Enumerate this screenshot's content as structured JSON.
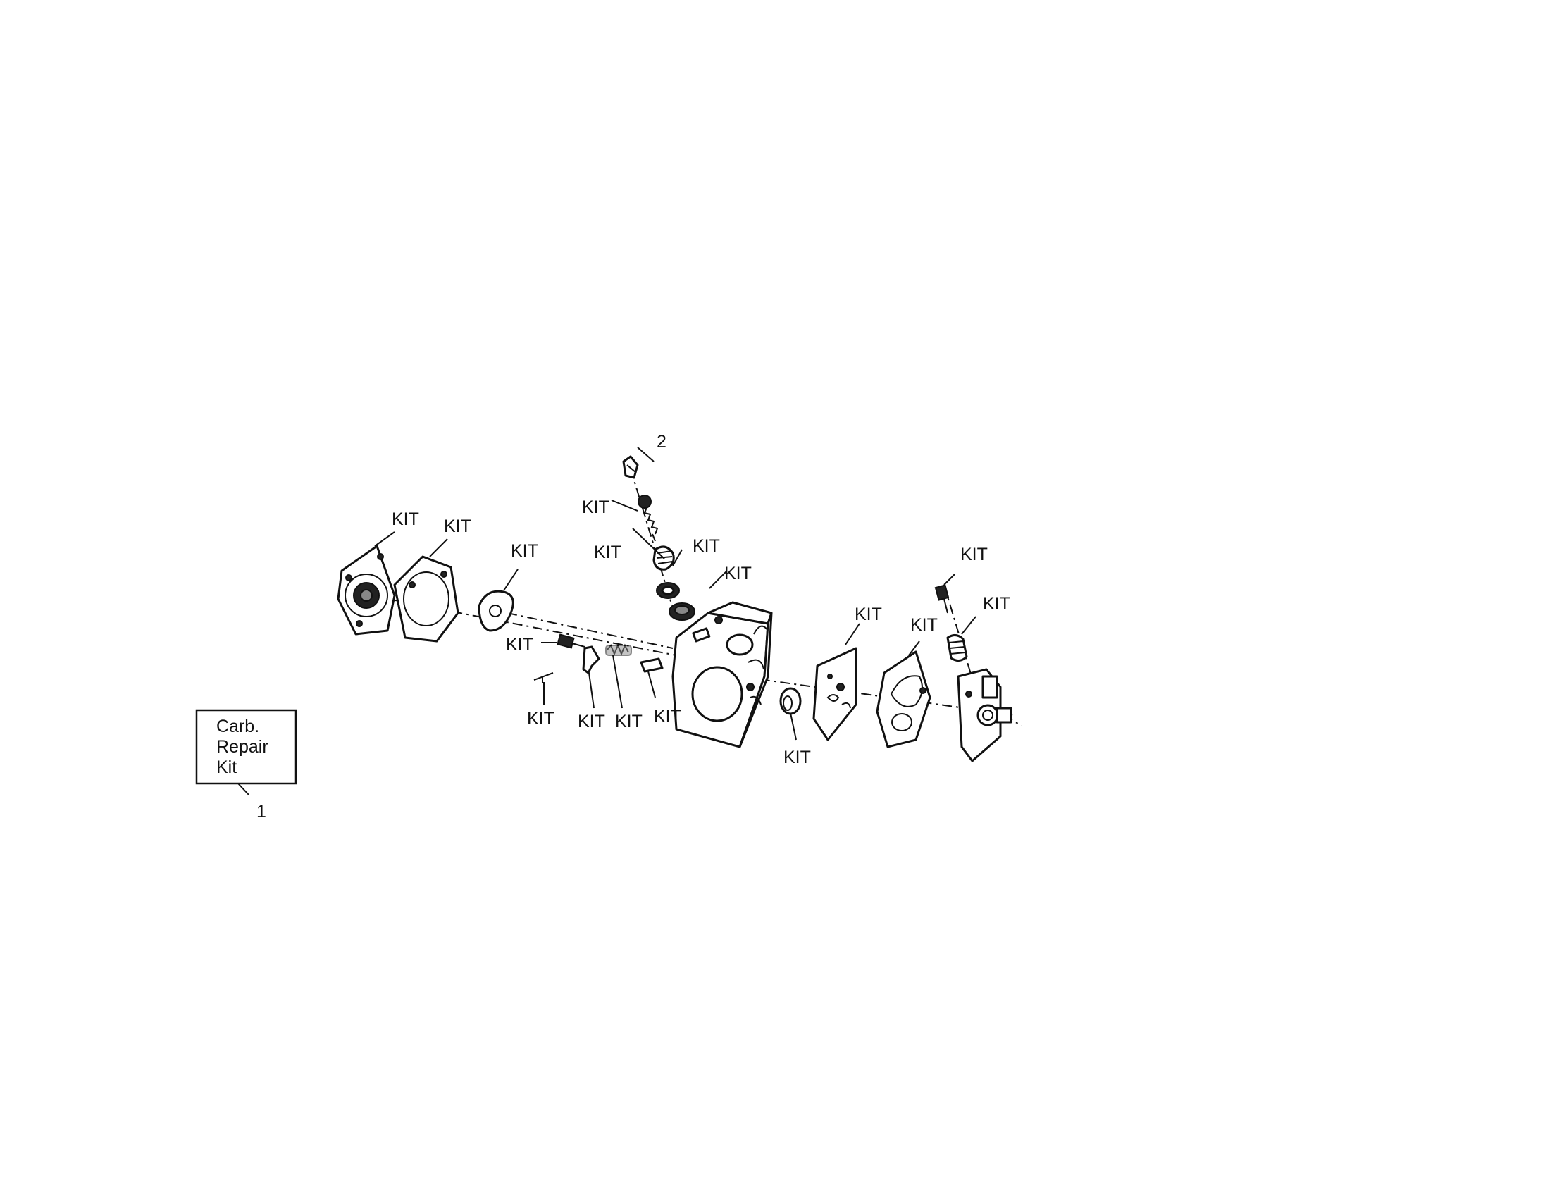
{
  "diagram": {
    "callouts": {
      "ref_2": "2",
      "ref_1": "1",
      "kit_label": "KIT"
    },
    "repair_kit_box": {
      "line1": "Carb.",
      "line2": "Repair",
      "line3": "Kit"
    },
    "colors": {
      "ink": "#111111",
      "background": "#ffffff"
    }
  }
}
